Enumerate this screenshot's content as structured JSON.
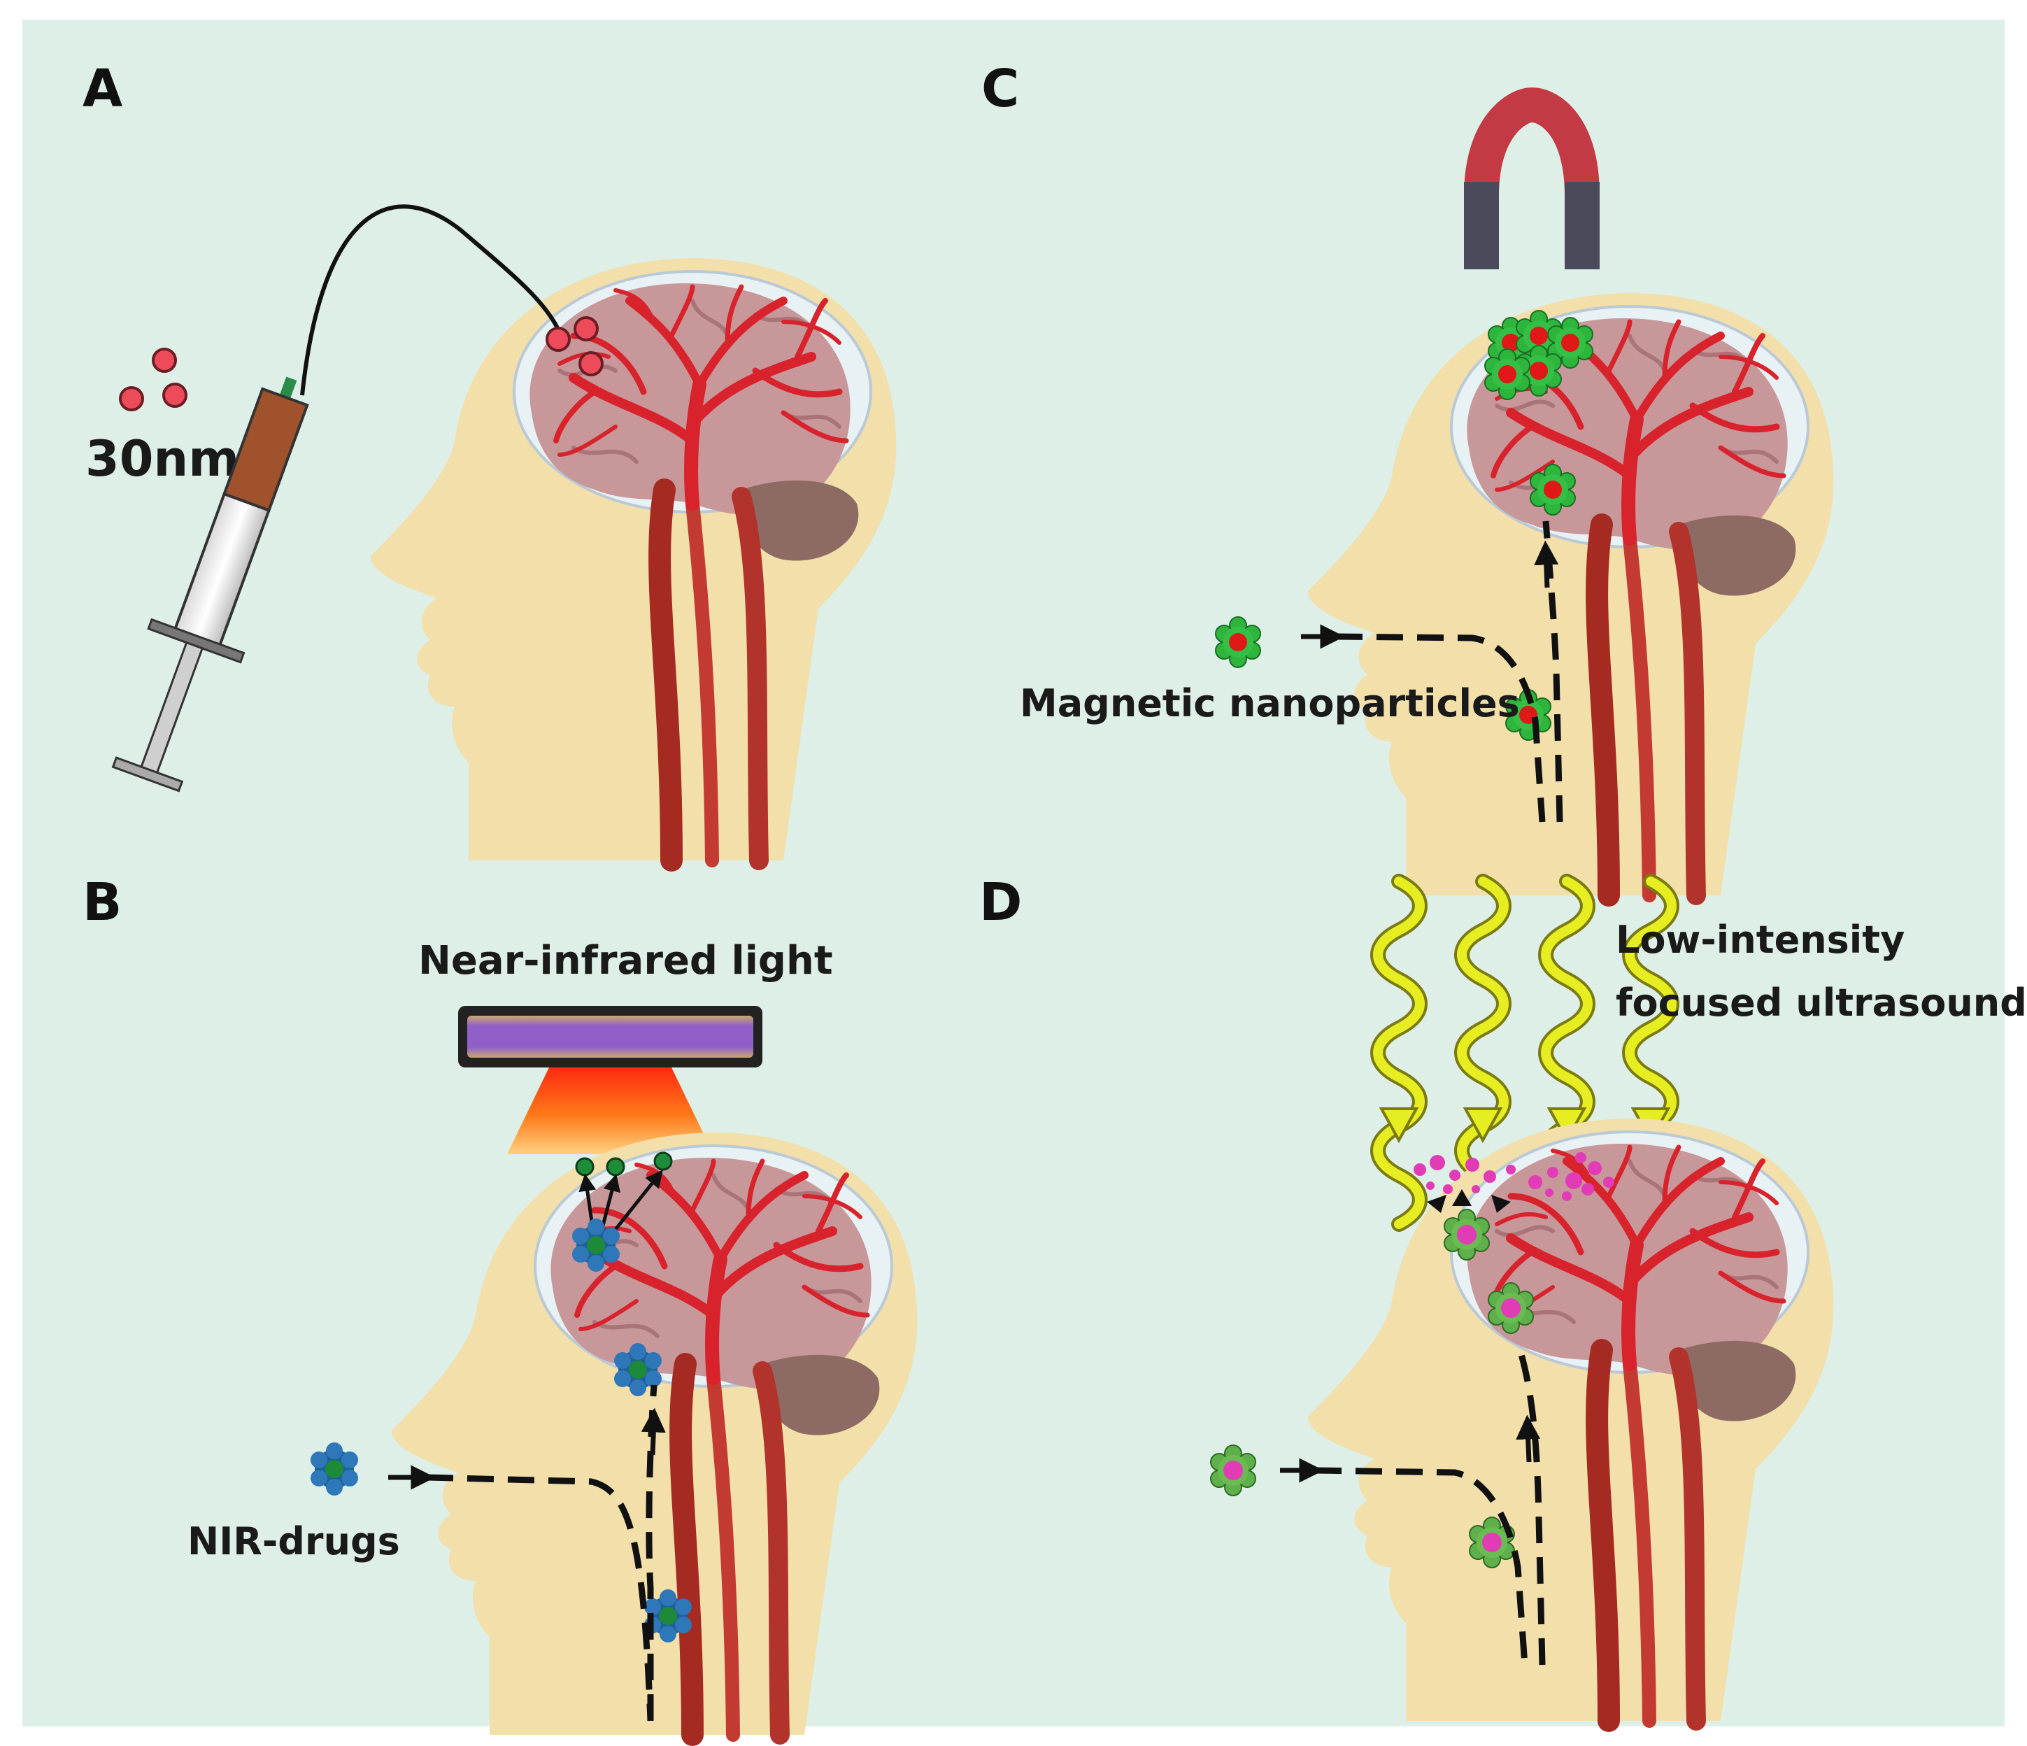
{
  "panels": {
    "A": {
      "label": "A",
      "size_label": "30nm"
    },
    "B": {
      "label": "B",
      "light_label": "Near-infrared light",
      "agent_label": "NIR-drugs"
    },
    "C": {
      "label": "C",
      "agent_label": "Magnetic nanoparticles"
    },
    "D": {
      "label": "D",
      "ultrasound_line1": "Low-intensity",
      "ultrasound_line2": "focused ultrasound"
    }
  },
  "colors": {
    "background": "#ddefe6",
    "head": "#f2dfaa",
    "brain": "#c7979a",
    "vessel": "#d8222c",
    "neck_vessel": "#a52a22",
    "csf": "#e8f1f3",
    "nanoparticle_red": "#ee4b5a",
    "nir_drug": "#1f5f9a",
    "magnetic_np": "#2db53c",
    "ultrasound": "#e6ee22",
    "drug_release": "#e23bb6"
  }
}
